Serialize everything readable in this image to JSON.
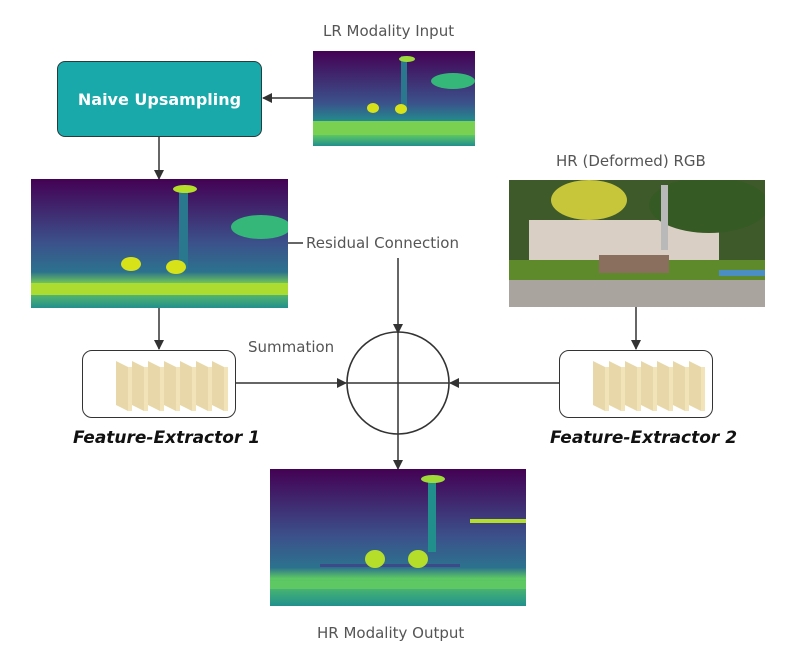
{
  "diagram": {
    "labels": {
      "lr_input": "LR Modality Input",
      "naive_upsampling": "Naive Upsampling",
      "residual_connection": "Residual Connection",
      "hr_rgb": "HR (Deformed) RGB",
      "summation": "Summation",
      "feature_extractor_1": "Feature-Extractor 1",
      "feature_extractor_2": "Feature-Extractor 2",
      "hr_output": "HR Modality Output"
    },
    "colors": {
      "upsampling_box": "#1aa9ab",
      "feature_block": "#f3e3b8",
      "arrow": "#333333",
      "viridis_dark": "#440154",
      "viridis_mid": "#21908d",
      "viridis_bright": "#fde725"
    },
    "feature_extractor_layers": 7
  }
}
